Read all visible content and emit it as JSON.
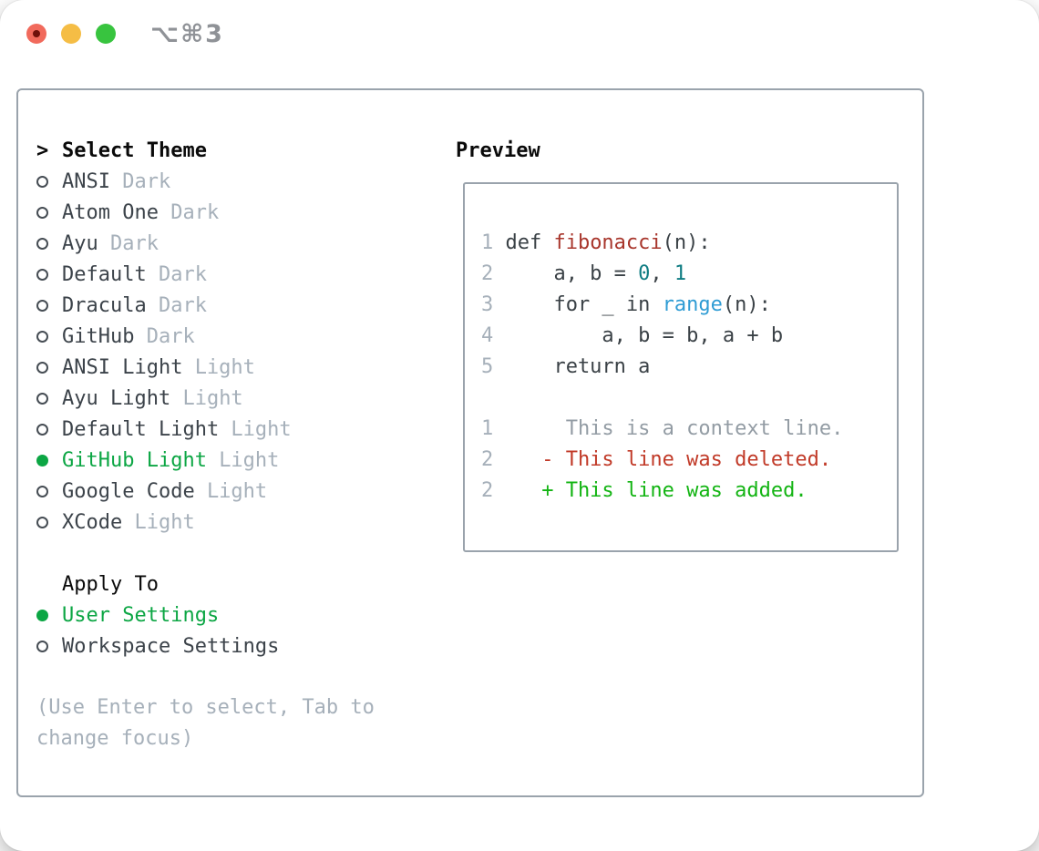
{
  "window": {
    "shortcut": "⌥⌘3"
  },
  "theme_panel": {
    "prompt": ">",
    "select_heading": "Select Theme",
    "themes": [
      {
        "name": "ANSI",
        "variant": "Dark",
        "selected": false
      },
      {
        "name": "Atom One",
        "variant": "Dark",
        "selected": false
      },
      {
        "name": "Ayu",
        "variant": "Dark",
        "selected": false
      },
      {
        "name": "Default",
        "variant": "Dark",
        "selected": false
      },
      {
        "name": "Dracula",
        "variant": "Dark",
        "selected": false
      },
      {
        "name": "GitHub",
        "variant": "Dark",
        "selected": false
      },
      {
        "name": "ANSI Light",
        "variant": "Light",
        "selected": false
      },
      {
        "name": "Ayu Light",
        "variant": "Light",
        "selected": false
      },
      {
        "name": "Default Light",
        "variant": "Light",
        "selected": false
      },
      {
        "name": "GitHub Light",
        "variant": "Light",
        "selected": true
      },
      {
        "name": "Google Code",
        "variant": "Light",
        "selected": false
      },
      {
        "name": "XCode",
        "variant": "Light",
        "selected": false
      }
    ],
    "apply_heading": "Apply To",
    "apply_options": [
      {
        "label": "User Settings",
        "selected": true
      },
      {
        "label": "Workspace Settings",
        "selected": false
      }
    ],
    "hint": "(Use Enter to select, Tab to change focus)"
  },
  "preview": {
    "heading": "Preview",
    "lines": [
      {
        "no": "1",
        "segs": [
          {
            "t": "def ",
            "c": "plain"
          },
          {
            "t": "fibonacci",
            "c": "func"
          },
          {
            "t": "(n):",
            "c": "plain"
          }
        ]
      },
      {
        "no": "2",
        "segs": [
          {
            "t": "    a, b = ",
            "c": "plain"
          },
          {
            "t": "0",
            "c": "num"
          },
          {
            "t": ", ",
            "c": "plain"
          },
          {
            "t": "1",
            "c": "num"
          }
        ]
      },
      {
        "no": "3",
        "segs": [
          {
            "t": "    for _ in ",
            "c": "plain"
          },
          {
            "t": "range",
            "c": "builtin"
          },
          {
            "t": "(n):",
            "c": "plain"
          }
        ]
      },
      {
        "no": "4",
        "segs": [
          {
            "t": "        a, b = b, a + b",
            "c": "plain"
          }
        ]
      },
      {
        "no": "5",
        "segs": [
          {
            "t": "    return a",
            "c": "plain"
          }
        ]
      },
      {
        "no": "",
        "segs": []
      },
      {
        "no": "1",
        "segs": [
          {
            "t": "     This is a context line.",
            "c": "ctx"
          }
        ]
      },
      {
        "no": "2",
        "segs": [
          {
            "t": "   - This line was deleted.",
            "c": "del"
          }
        ]
      },
      {
        "no": "2",
        "segs": [
          {
            "t": "   + This line was added.",
            "c": "add"
          }
        ]
      }
    ]
  },
  "colors": {
    "traffic_red": "#f16a5c",
    "traffic_red_dot": "#6f100a",
    "traffic_yellow": "#f5bd45",
    "traffic_green": "#38c43f",
    "shortcut_gray": "#8f9297",
    "border_gray": "#9aa3ac",
    "heading_black": "#0a0a0a",
    "item_dark": "#3c434a",
    "variant_gray": "#a6b0ba",
    "selected_green": "#0ca644",
    "hint_gray": "#a6b0ba",
    "line_number_gray": "#a6b0ba",
    "code_plain": "#3a4146",
    "code_function_red": "#a8362c",
    "code_number_teal": "#0e7c82",
    "code_builtin_blue": "#2f9cd4",
    "diff_context_gray": "#939ca4",
    "diff_deleted_red": "#c13a28",
    "diff_added_green": "#13b413"
  }
}
